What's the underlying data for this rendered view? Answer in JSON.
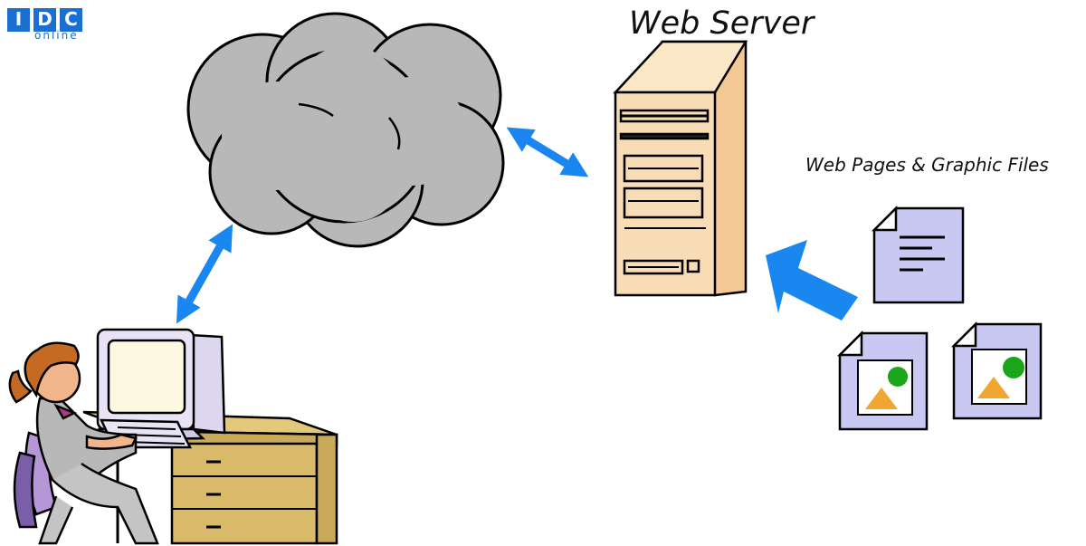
{
  "logo": {
    "letters": [
      "I",
      "D",
      "C"
    ],
    "subtitle": "online"
  },
  "server": {
    "title": "Web Server"
  },
  "files": {
    "caption": "Web Pages & Graphic Files"
  },
  "colors": {
    "brand_blue": "#1a6fd0",
    "arrow_blue": "#1a86f0",
    "cloud_gray": "#b8b8b8",
    "server_tan": "#f7dcb6",
    "page_lavender": "#c8c8f2",
    "triangle_orange": "#f2a632",
    "circle_green": "#1aa51a",
    "desk_tan": "#e3c77b",
    "monitor_cream": "#fdf8e2"
  }
}
